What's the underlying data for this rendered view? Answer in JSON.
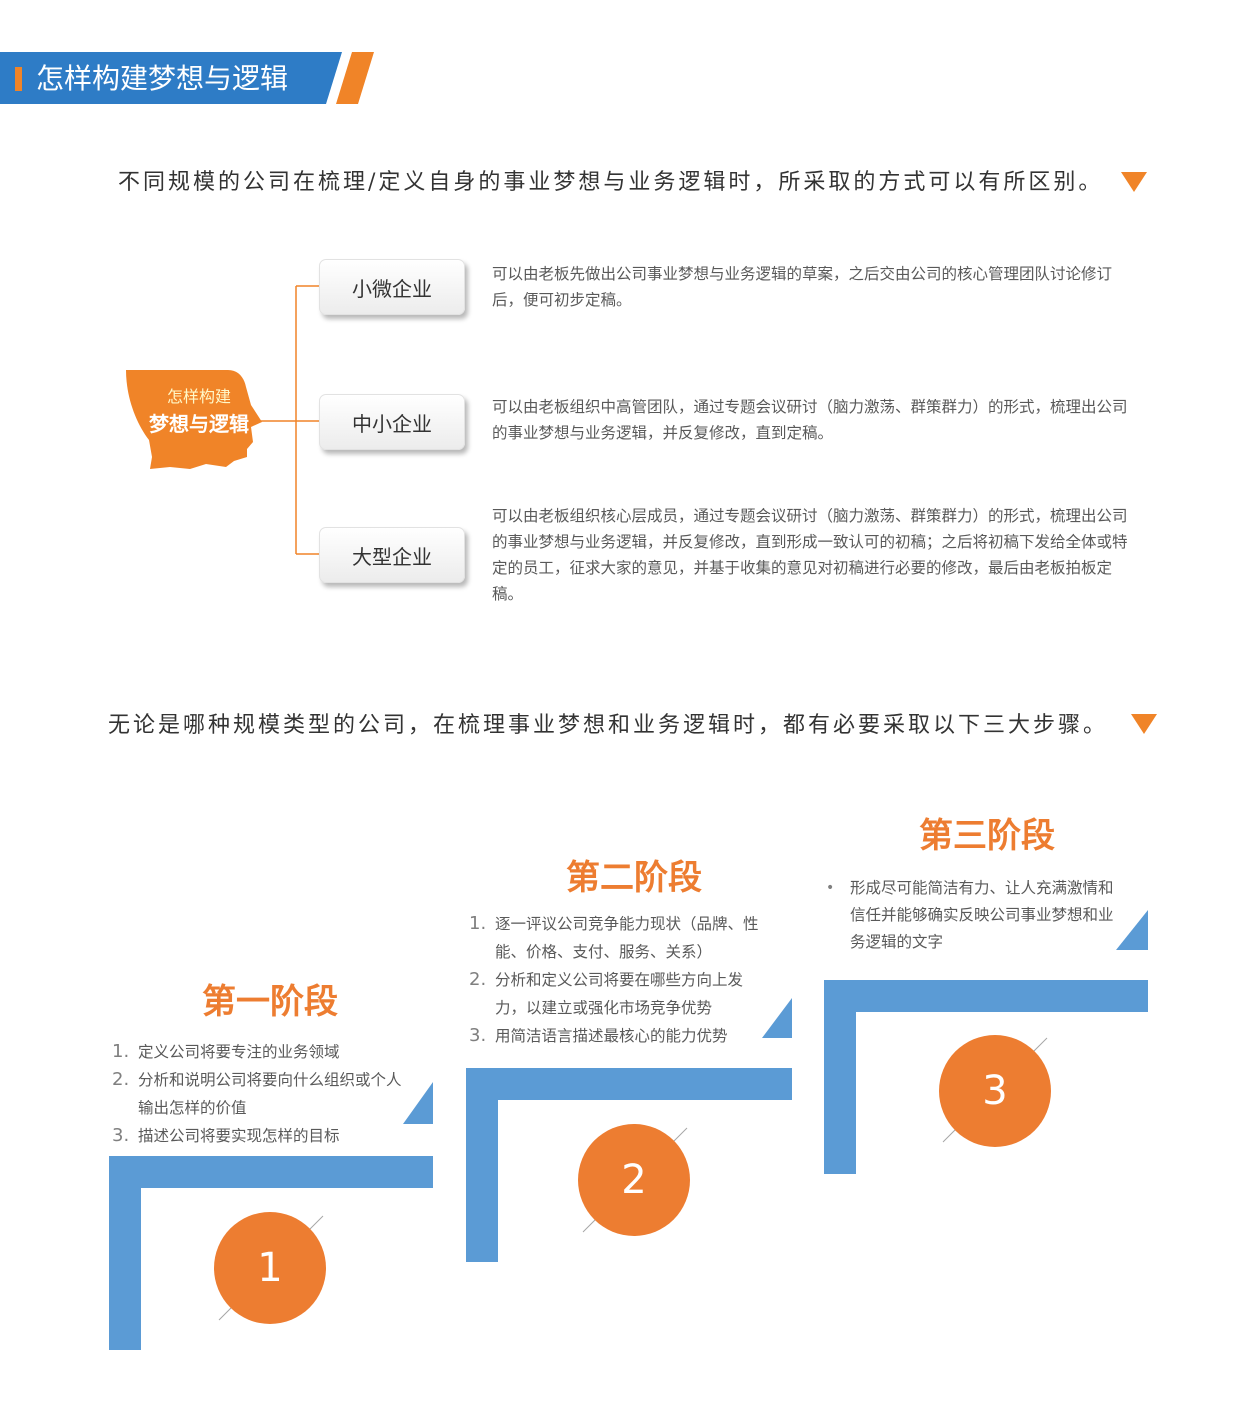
{
  "header": {
    "title": "怎样构建梦想与逻辑"
  },
  "intro": {
    "line1": "不同规模的公司在梳理/定义自身的事业梦想与业务逻辑时，所采取的方式可以有所区别。",
    "line2": "无论是哪种规模类型的公司，在梳理事业梦想和业务逻辑时，都有必要采取以下三大步骤。"
  },
  "mindmap": {
    "center": {
      "line1": "怎样构建",
      "line2": "梦想与逻辑"
    },
    "branches": [
      {
        "label": "小微企业",
        "text": "可以由老板先做出公司事业梦想与业务逻辑的草案，之后交由公司的核心管理团队讨论修订后，便可初步定稿。"
      },
      {
        "label": "中小企业",
        "text": "可以由老板组织中高管团队，通过专题会议研讨（脑力激荡、群策群力）的形式，梳理出公司的事业梦想与业务逻辑，并反复修改，直到定稿。"
      },
      {
        "label": "大型企业",
        "text": "可以由老板组织核心层成员，通过专题会议研讨（脑力激荡、群策群力）的形式，梳理出公司的事业梦想与业务逻辑，并反复修改，直到形成一致认可的初稿；之后将初稿下发给全体或特定的员工，征求大家的意见，并基于收集的意见对初稿进行必要的修改，最后由老板拍板定稿。"
      }
    ]
  },
  "stages": [
    {
      "title": "第一阶段",
      "number": "1",
      "items": [
        {
          "num": "1.",
          "text": "定义公司将要专注的业务领域"
        },
        {
          "num": "2.",
          "text": "分析和说明公司将要向什么组织或个人输出怎样的价值"
        },
        {
          "num": "3.",
          "text": "描述公司将要实现怎样的目标"
        }
      ]
    },
    {
      "title": "第二阶段",
      "number": "2",
      "items": [
        {
          "num": "1.",
          "text": "逐一评议公司竞争能力现状（品牌、性能、价格、支付、服务、关系）"
        },
        {
          "num": "2.",
          "text": "分析和定义公司将要在哪些方向上发力，以建立或强化市场竞争优势"
        },
        {
          "num": "3.",
          "text": "用简洁语言描述最核心的能力优势"
        }
      ]
    },
    {
      "title": "第三阶段",
      "number": "3",
      "bullet": "•",
      "items": [
        {
          "text": "形成尽可能简洁有力、让人充满激情和信任并能够确实反映公司事业梦想和业务逻辑的文字"
        }
      ]
    }
  ],
  "colors": {
    "blue": "#2e7cc6",
    "orange": "#ed7d31",
    "step_blue": "#5b9bd5"
  }
}
